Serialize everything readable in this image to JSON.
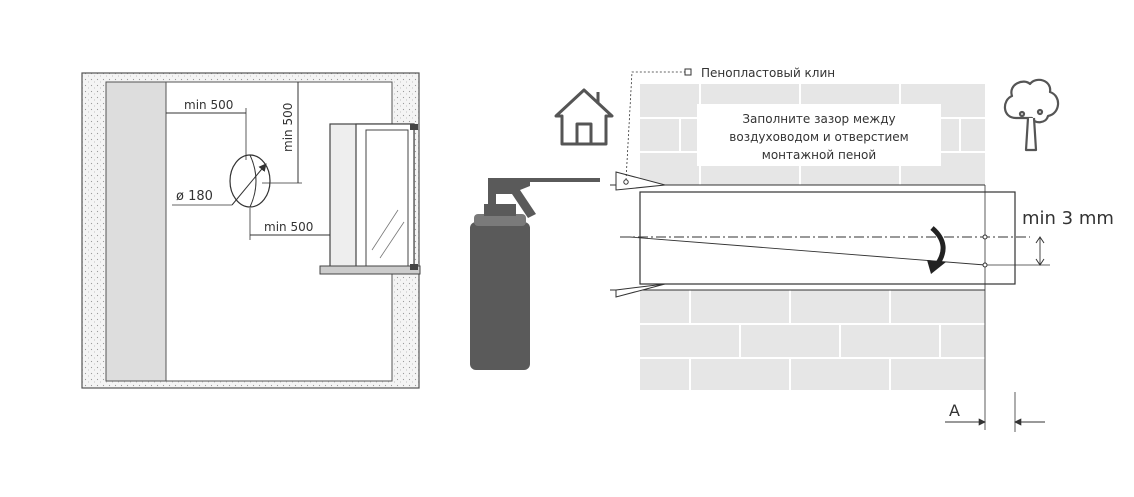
{
  "left_plan": {
    "dim_top": "min 500",
    "dim_vertical": "min 500",
    "diameter": "ø 180",
    "dim_bottom": "min 500"
  },
  "right_section": {
    "wedge_label": "Пенопластовый клин",
    "instruction_lines": [
      "Заполните зазор между",
      "воздуховодом и отверстием",
      "монтажной пеной"
    ],
    "slope_label": "min 3 mm",
    "a_label": "A",
    "inside_icon": "house-icon",
    "outside_icon": "tree-icon"
  },
  "colors": {
    "wall_fill": "#e6e6e6",
    "brick_line": "#ffffff",
    "can_body": "#5a5a5a",
    "line": "#333333"
  }
}
